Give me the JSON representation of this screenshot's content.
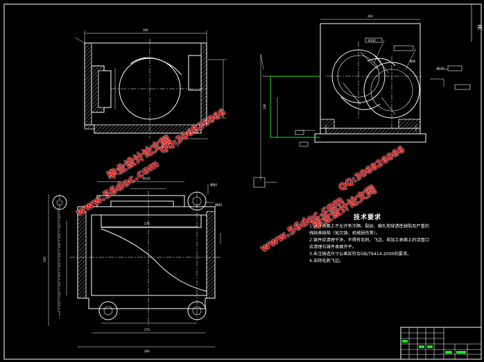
{
  "drawing": {
    "corner_label": "夹",
    "top_left_dim": "300",
    "top_right_dim": "200",
    "bottom_left_width_top": "Φ130",
    "bottom_left_mid": "270",
    "bottom_left_bottom_a": "270",
    "bottom_left_bottom_b": "300",
    "left_height": "330",
    "green_dim": "148",
    "right_view_label_a": "Φ100",
    "right_view_label_b": "Φ130",
    "right_view_label_c": "Φ80",
    "callout_a": "倒角1",
    "callout_b": "倒角1"
  },
  "tech": {
    "title": "技术要求",
    "items": [
      "1.铸件表面上不允许有冷隔、裂纹、缩孔和穿透性缺陷及严重的",
      "残缺类缺陷（如欠铸、机械损伤等）。",
      "2.铸件应清理干净，不得有毛刺、飞边，非加工表面上的浇冒口",
      "应清理与铸件表面齐平。",
      "3.未注铸造尺寸公差应符合GB/T6414-2000的要求。",
      "4.去除毛刺飞边。"
    ]
  },
  "watermarks": {
    "a_site": "www.56doc.com",
    "a_brand": "毕业设计论文网",
    "a_qq": "QQ:306826066"
  },
  "title_block": {
    "cells": [
      "",
      "",
      "",
      ""
    ]
  }
}
